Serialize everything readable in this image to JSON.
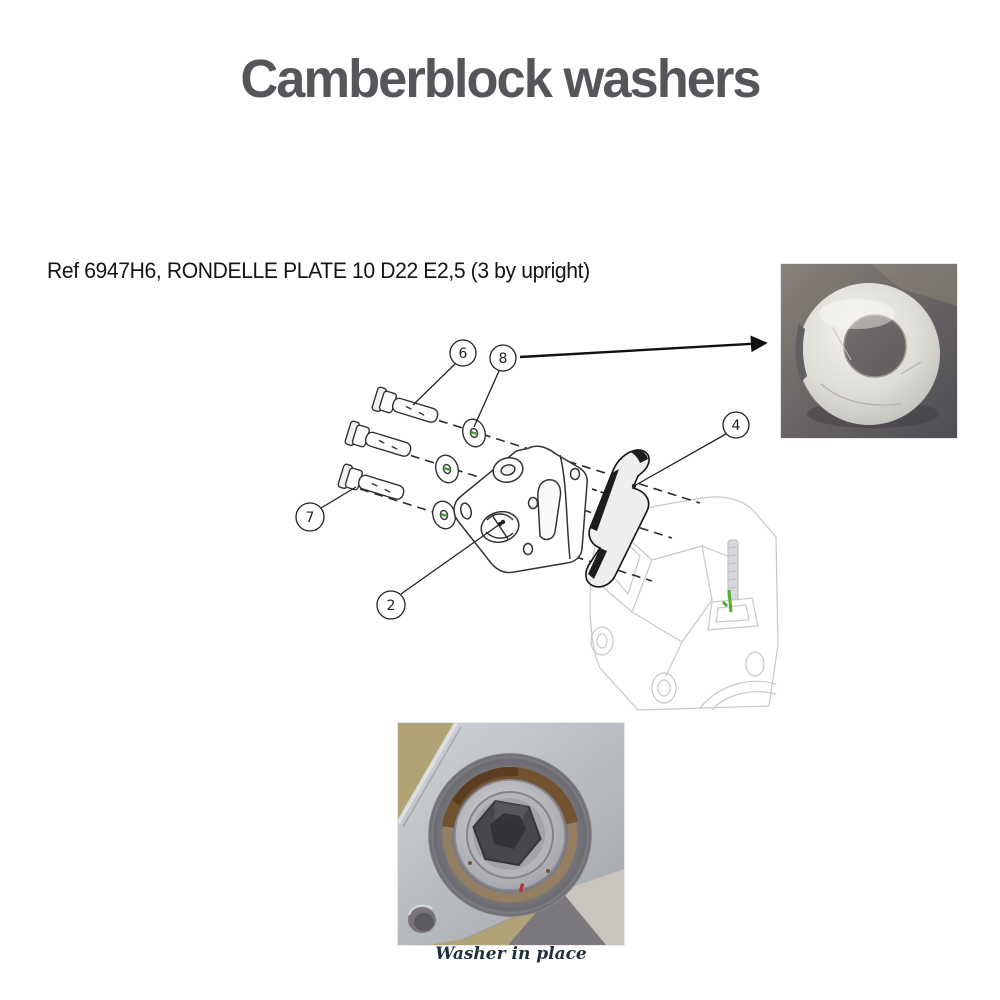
{
  "page": {
    "title": "Camberblock washers",
    "reference_line": "Ref 6947H6, RONDELLE PLATE 10 D22 E2,5 (3 by upright)"
  },
  "diagram": {
    "type": "exploded-parts-drawing",
    "callouts": [
      "6",
      "8",
      "7",
      "2",
      "4"
    ]
  },
  "photos": {
    "washer_in_place_caption": "Washer in place"
  },
  "colors": {
    "title_text": "#54565a",
    "body_text": "#141414",
    "caption_text": "#1e3040",
    "diagram_line": "#2b2b2b",
    "faded_part_line": "#c6c8ce",
    "highlight_green": "#4fae28",
    "washer_photo_background": "#5c585c",
    "washer_metal": "#e5e3de",
    "aluminium_part": "#b4b8bd",
    "rust_ring": "#7c5a35"
  }
}
